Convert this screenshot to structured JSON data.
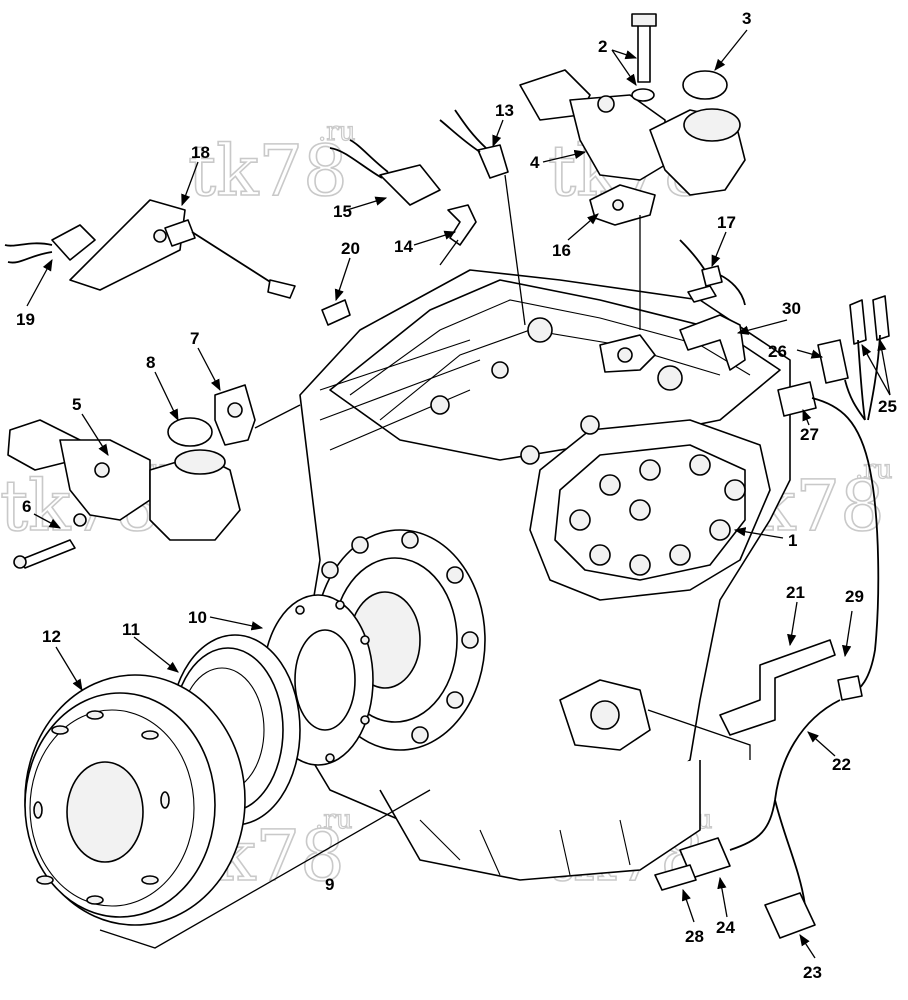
{
  "watermark": {
    "text": "tk78",
    "suffix": ".ru"
  },
  "callouts": [
    "1",
    "2",
    "3",
    "4",
    "5",
    "6",
    "7",
    "8",
    "9",
    "10",
    "11",
    "12",
    "13",
    "14",
    "15",
    "16",
    "17",
    "18",
    "19",
    "20",
    "21",
    "22",
    "23",
    "24",
    "25",
    "26",
    "27",
    "28",
    "29",
    "30"
  ]
}
